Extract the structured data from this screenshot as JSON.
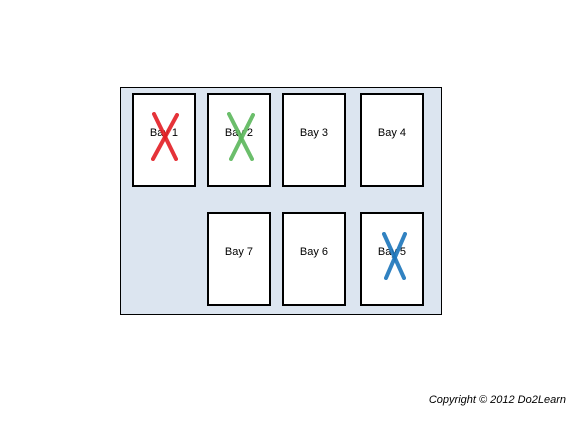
{
  "diagram": {
    "colors": {
      "lot_fill": "#dce5f0",
      "bay_fill": "#ffffff",
      "outline": "#000000"
    },
    "bays": [
      {
        "id": "bay1",
        "label": "Bay 1",
        "crossed": true,
        "cross_color": "#e31e24"
      },
      {
        "id": "bay2",
        "label": "Bay 2",
        "crossed": true,
        "cross_color": "#5cb85c"
      },
      {
        "id": "bay3",
        "label": "Bay 3",
        "crossed": false
      },
      {
        "id": "bay4",
        "label": "Bay 4",
        "crossed": false
      },
      {
        "id": "bay7",
        "label": "Bay 7",
        "crossed": false
      },
      {
        "id": "bay6",
        "label": "Bay 6",
        "crossed": false
      },
      {
        "id": "bay5",
        "label": "Bay 5",
        "crossed": true,
        "cross_color": "#1b75bb"
      }
    ]
  },
  "footer": {
    "copyright": "Copyright © 2012 Do2Learn"
  }
}
